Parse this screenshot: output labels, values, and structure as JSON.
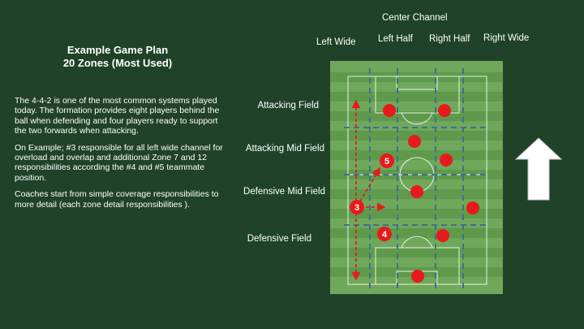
{
  "slide": {
    "title_line1": "Example Game Plan",
    "title_line2": "20 Zones (Most Used)",
    "paragraphs": [
      "The 4-4-2 is one of the most common systems played today. The formation provides eight players behind the ball when defending and four players ready to support the two forwards when attacking.",
      "On Example; #3 responsible for all left wide channel for overload and overlap and additional Zone 7 and 12 responsibilities according the #4 and #5 teammate position.",
      "Coaches start from simple coverage responsibilities to more detail (each zone detail responsibilities )."
    ]
  },
  "columns": {
    "center_channel": "Center Channel",
    "left_wide": "Left Wide",
    "left_half": "Left Half",
    "right_half": "Right Half",
    "right_wide": "Right Wide"
  },
  "rows": {
    "attacking": "Attacking  Field",
    "attacking_mid": "Attacking Mid  Field",
    "defensive_mid": "Defensive Mid  Field",
    "defensive": "Defensive Field"
  },
  "players": {
    "p3": "3",
    "p4": "4",
    "p5": "5"
  },
  "colors": {
    "background": "#1f4228",
    "pitch_light": "#6fa85a",
    "pitch_dark": "#5f9a4c",
    "player": "#e8191c",
    "zone_line": "#3f6f8f",
    "arrow": "#ffffff"
  },
  "icons": {
    "direction": "up-arrow-icon"
  }
}
